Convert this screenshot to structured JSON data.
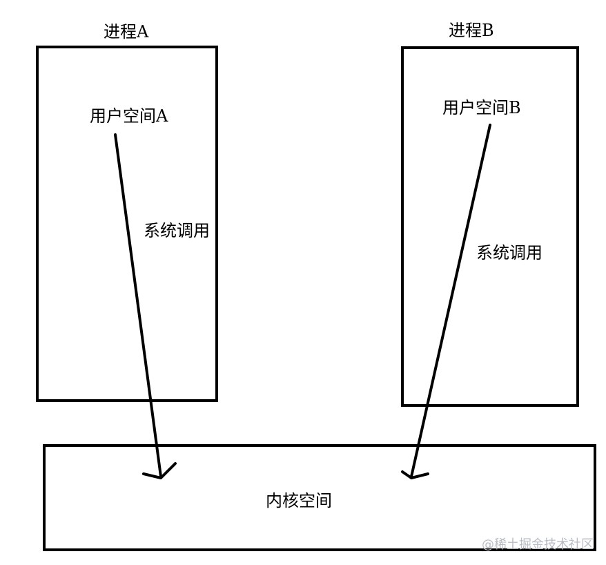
{
  "process_a": {
    "title": "进程A",
    "user_space": "用户空间A",
    "syscall": "系统调用"
  },
  "process_b": {
    "title": "进程B",
    "user_space": "用户空间B",
    "syscall": "系统调用"
  },
  "kernel": {
    "label": "内核空间"
  },
  "watermark": "@稀土掘金技术社区",
  "colors": {
    "stroke": "#000000",
    "background": "#ffffff",
    "watermark": "#b8bcc4"
  }
}
